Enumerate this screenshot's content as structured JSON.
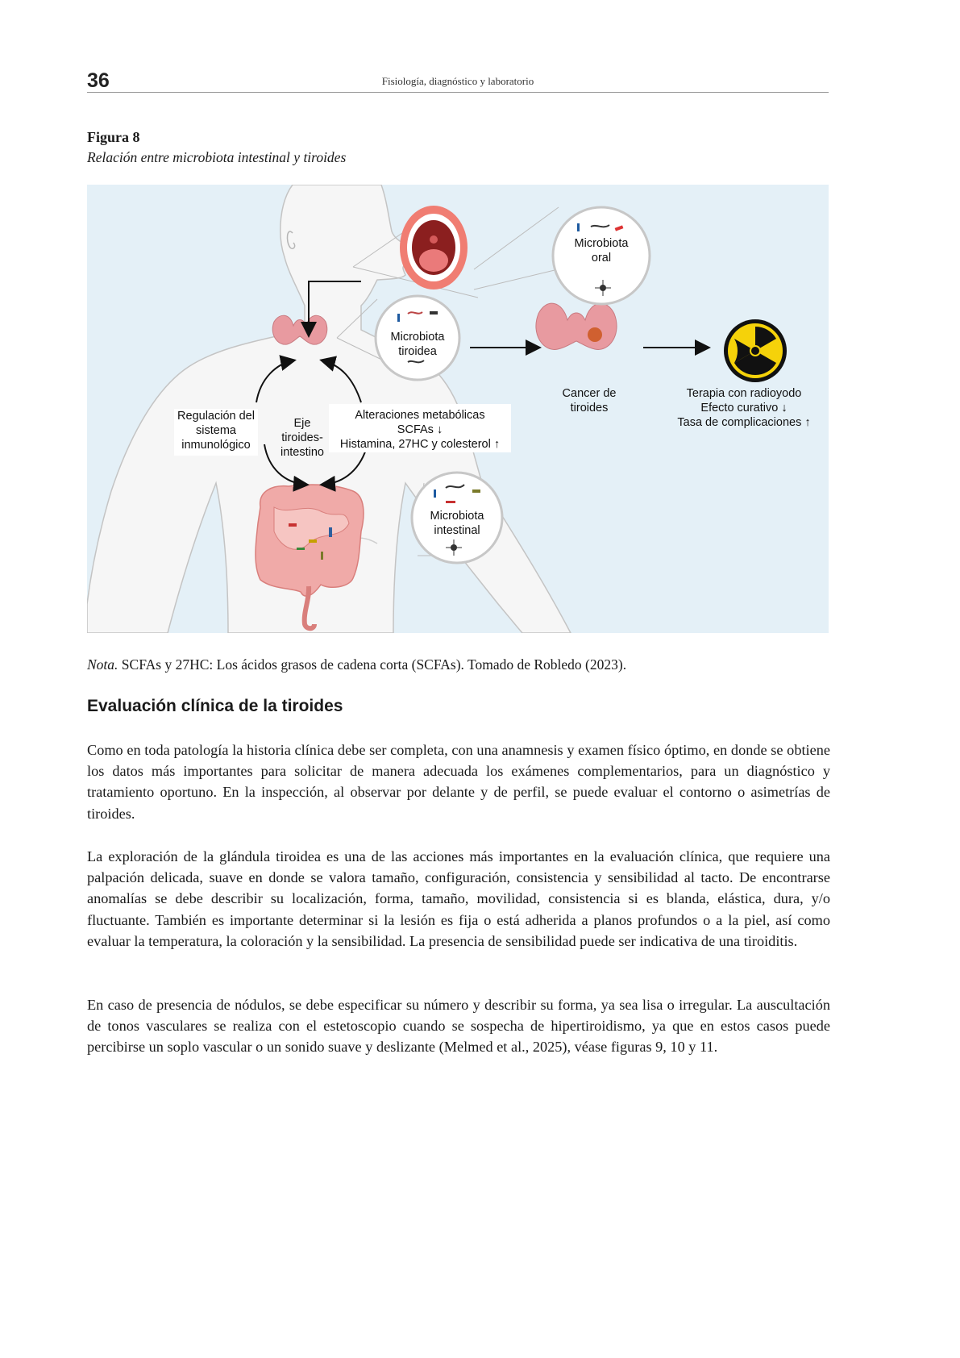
{
  "header": {
    "page_number": "36",
    "running_title": "Fisiología, diagnóstico y laboratorio"
  },
  "figure": {
    "label": "Figura 8",
    "caption": "Relación entre microbiota intestinal y tiroides",
    "labels": {
      "microbiota_oral": "Microbiota oral",
      "microbiota_tiroidea": "Microbiota tiroidea",
      "microbiota_intestinal": "Microbiota intestinal",
      "cancer_tiroides": "Cancer de tiroides",
      "terapia_1": "Terapia con radioyodo",
      "terapia_2": "Efecto curativo ↓",
      "terapia_3": "Tasa de complicaciones ↑",
      "regulacion": "Regulación del sistema inmunológico",
      "eje": "Eje tiroides-intestino",
      "alteraciones_1": "Alteraciones metabólicas",
      "alteraciones_2": "SCFAs ↓",
      "alteraciones_3": "Histamina, 27HC y colesterol ↑"
    },
    "colors": {
      "background": "#e4f0f7",
      "body": "#f4f4f4",
      "thyroid": "#e89aa0",
      "radiation_yellow": "#f5d20a"
    },
    "icons": [
      "mouth-icon",
      "thyroid-icon",
      "intestine-icon",
      "radiation-icon"
    ]
  },
  "note": {
    "lead": "Nota.",
    "text": " SCFAs y 27HC: Los ácidos grasos de cadena corta (SCFAs). Tomado de Robledo (2023)."
  },
  "section": {
    "heading": "Evaluación clínica de la tiroides",
    "paragraphs": [
      "Como en toda patología la historia clínica debe ser completa, con una anamnesis y examen físico óptimo, en donde se obtiene los datos más importantes para solicitar de manera adecuada los exámenes complementarios, para un diagnóstico y tratamiento oportuno. En la inspección, al observar por delante y de perfil, se puede evaluar el contorno o asimetrías de tiroides.",
      "La exploración de la glándula tiroidea es una de las acciones más importantes en la evaluación clínica, que requiere una palpación delicada, suave en donde se valora tamaño, configuración, consistencia y sensibilidad al tacto. De encontrarse anomalías se debe describir su localización, forma, tamaño, movilidad, consistencia si es blanda, elástica, dura, y/o fluctuante. También es importante determinar si la lesión es fija o está adherida a planos profundos o a la piel, así como evaluar la temperatura, la coloración y la sensibilidad. La presencia de sensibilidad puede ser indicativa de una tiroiditis.",
      "En caso de presencia de nódulos, se debe especificar su número y describir su forma, ya sea lisa o irregular. La auscultación de tonos vasculares se realiza con el estetoscopio cuando se sospecha de hipertiroidismo, ya que en estos casos puede percibirse un soplo vascular o un sonido suave y deslizante (Melmed et al., 2025), véase figuras 9, 10 y 11."
    ]
  }
}
